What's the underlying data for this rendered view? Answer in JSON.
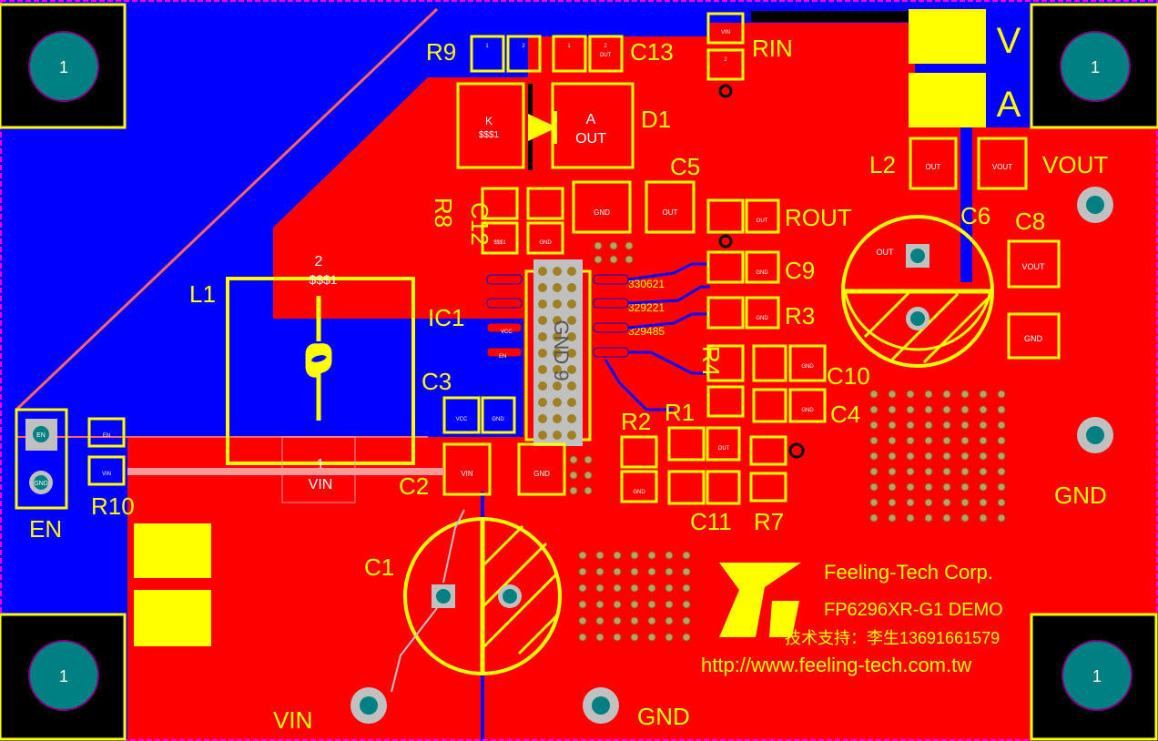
{
  "colors": {
    "background": "#0000ff",
    "copper_top": "#ff0000",
    "silkscreen": "#ffff00",
    "drill": "#008080",
    "pad_outline": "#ff00ff",
    "via": "#c0c0c0"
  },
  "labels": {
    "r9": "R9",
    "c13": "C13",
    "rin": "RIN",
    "v_sign": "V",
    "a_sign": "A",
    "d1": "D1",
    "d1_anode": "A",
    "d1_out": "OUT",
    "d1_k": "K",
    "d1_sss": "$$$1",
    "c5": "C5",
    "l2": "L2",
    "vout": "VOUT",
    "r8": "R8",
    "c12": "C12",
    "rout": "ROUT",
    "c6": "C6",
    "c8": "C8",
    "l1": "L1",
    "l1_pin2": "2",
    "l1_sss": "$$$1",
    "ic1": "IC1",
    "c9": "C9",
    "r3": "R3",
    "r4": "R4",
    "c10": "C10",
    "c3": "C3",
    "c4": "C4",
    "r1": "R1",
    "r2": "R2",
    "gnd_right": "GND",
    "c2": "C2",
    "c11": "C11",
    "r7": "R7",
    "en": "EN",
    "r10": "R10",
    "c1": "C1",
    "vin_bottom": "VIN",
    "gnd_bottom": "GND",
    "l1_pin1": "1",
    "l1_vin": "VIN",
    "ic_body": "GND 9"
  },
  "company": {
    "name": "Feeling-Tech Corp.",
    "model": "FP6296XR-G1 DEMO",
    "support": "技术支持：李生13691661579",
    "url": "http://www.feeling-tech.com.tw"
  },
  "mounting_holes": {
    "top_left": "1",
    "top_right": "1",
    "bottom_left": "1",
    "bottom_right": "1"
  },
  "pads": {
    "vin": "VIN",
    "gnd": "GND",
    "out": "OUT",
    "vcc": "VCC",
    "en": "EN",
    "one": "1",
    "two": "2",
    "vout": "VOUT"
  },
  "nets": {
    "n330621": "330621",
    "n329221": "329221",
    "n329485": "329485"
  }
}
